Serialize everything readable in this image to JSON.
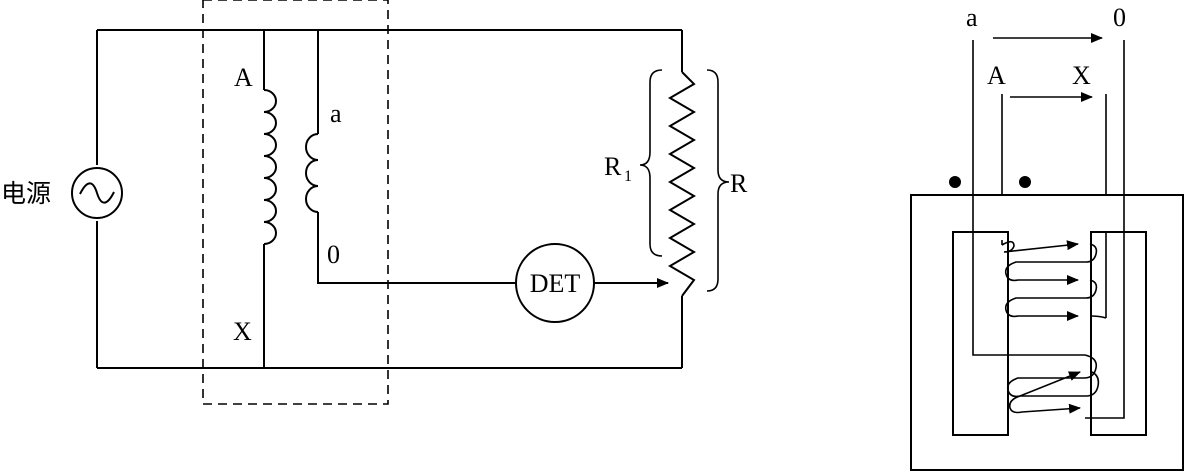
{
  "circuit": {
    "source_label": "电源",
    "primary_top": "A",
    "primary_bottom": "X",
    "secondary_top": "a",
    "secondary_bottom": "0",
    "detector": "DET",
    "r1_main": "R",
    "r1_sub": "1",
    "r_label": "R"
  },
  "transformer": {
    "a": "a",
    "zero": "0",
    "A": "A",
    "X": "X"
  }
}
